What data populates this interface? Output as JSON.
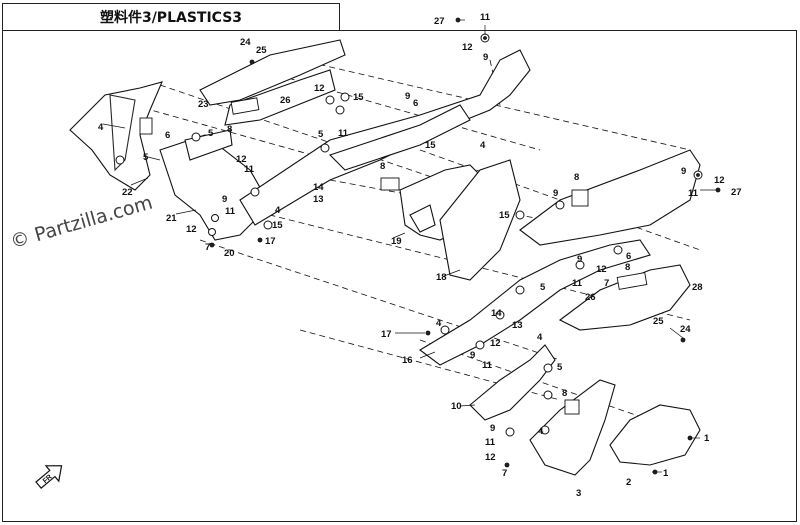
{
  "title": "塑料件3/PLASTICS3",
  "watermark": "© Partzilla.com",
  "callouts": [
    "27",
    "11",
    "12",
    "9",
    "24",
    "25",
    "23",
    "8",
    "26",
    "4",
    "5",
    "6",
    "22",
    "21",
    "7",
    "20",
    "17",
    "14",
    "13",
    "15",
    "19",
    "18",
    "10",
    "16",
    "3",
    "2",
    "1",
    "28"
  ],
  "icons": {
    "front_arrow": "front-direction-arrow-icon"
  }
}
